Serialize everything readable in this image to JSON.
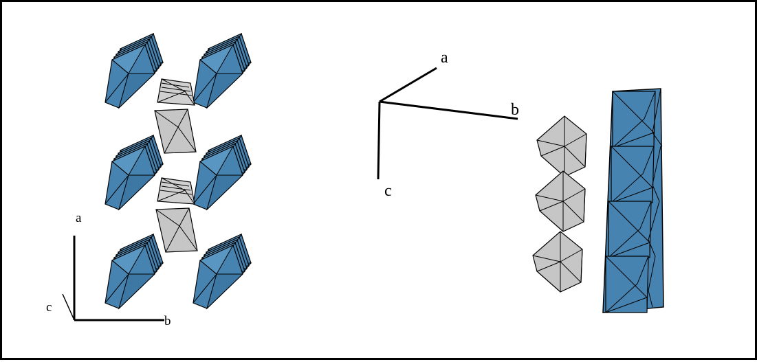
{
  "colors": {
    "octahedron_blue": "#4683b0",
    "octahedron_blue_dark": "#2f6592",
    "tetrahedron_gray": "#c6c6c6",
    "tetrahedron_gray_light": "#dddddd",
    "edge": "#000000",
    "frame": "#000000",
    "background": "#ffffff"
  },
  "left_view": {
    "axes": {
      "a_label": "a",
      "b_label": "b",
      "c_label": "c"
    }
  },
  "right_view": {
    "axes": {
      "a_label": "a",
      "b_label": "b",
      "c_label": "c"
    }
  }
}
